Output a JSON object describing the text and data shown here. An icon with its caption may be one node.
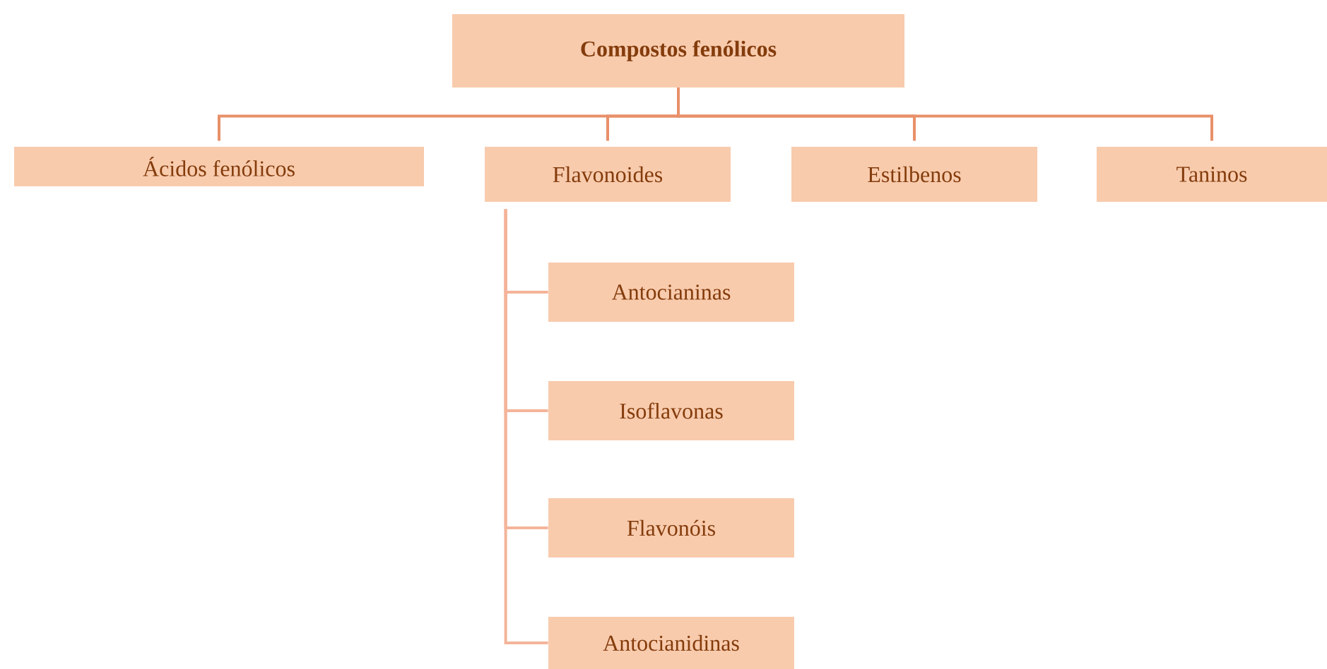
{
  "diagram": {
    "nodes": [
      {
        "text": [
          "Compostos fenólicos"
        ]
      },
      {
        "text": [
          "Ácidos fenólicos"
        ]
      },
      {
        "text": [
          "Flavonoides"
        ]
      },
      {
        "text": [
          "Estilbenos"
        ]
      },
      {
        "text": [
          "Taninos"
        ]
      },
      {
        "text": [
          "Antocianinas"
        ]
      },
      {
        "text": [
          "Isoflavonas"
        ]
      },
      {
        "text": [
          "Flavonóis"
        ]
      },
      {
        "text": [
          "Antocianidinas"
        ]
      }
    ],
    "edges": [
      {
        "from": 0,
        "to": 1,
        "arrow": "none"
      },
      {
        "from": 0,
        "to": 2,
        "arrow": "none"
      },
      {
        "from": 0,
        "to": 3,
        "arrow": "none"
      },
      {
        "from": 0,
        "to": 4,
        "arrow": "none"
      },
      {
        "from": 2,
        "to": 5,
        "arrow": "none",
        "color": "#f4b49a"
      },
      {
        "from": 2,
        "to": 6,
        "arrow": "none",
        "color": "#f4b49a"
      },
      {
        "from": 2,
        "to": 7,
        "arrow": "none",
        "color": "#f4b49a"
      },
      {
        "from": 2,
        "to": 8,
        "arrow": "none",
        "color": "#f4b49a"
      }
    ]
  }
}
